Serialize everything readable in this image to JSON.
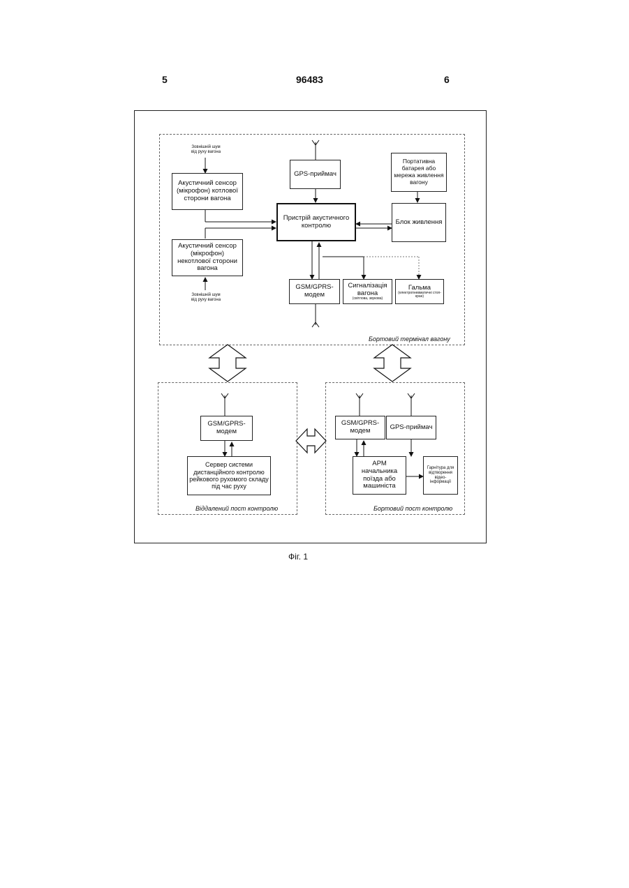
{
  "header": {
    "page_left": "5",
    "patent_number": "96483",
    "page_right": "6"
  },
  "regions": {
    "onboard_terminal": "Бортовий термінал вагону",
    "remote_post": "Віддалений пост контролю",
    "onboard_post": "Бортовий пост контролю"
  },
  "notes": {
    "noise_top": "Зовнішній шум\nвід руху вагона",
    "noise_bottom": "Зовнішній шум\nвід руху вагона"
  },
  "blocks": {
    "sensor_boiler": "Акустичний сенсор (мікрофон) котлової сторони вагона",
    "sensor_nonboiler": "Акустичний сенсор (мікрофон) некотлової сторони вагона",
    "gps_receiver": "GPS-приймач",
    "battery": "Портативна батарея або мережа живлення вагону",
    "control_device": "Пристрій акустичного контролю",
    "power_unit": "Блок живлення",
    "gsm_modem": "GSM/GPRS-модем",
    "signaling": "Сигналізація вагона",
    "signaling_sub": "(світлова, звукова)",
    "brakes": "Гальма",
    "brakes_sub": "(електропневматичні стоп-кран)",
    "remote_gsm_modem": "GSM/GPRS-модем",
    "server": "Сервер системи дистанційного контролю рейкового рухомого складу під час руху",
    "post_gsm_modem": "GSM/GPRS-модем",
    "post_gps_receiver": "GPS-приймач",
    "workstation": "АРМ начальника поїзда або машиніста",
    "display": "Гарнітура для відтворення відео-інформації"
  },
  "caption": "Фіг. 1"
}
